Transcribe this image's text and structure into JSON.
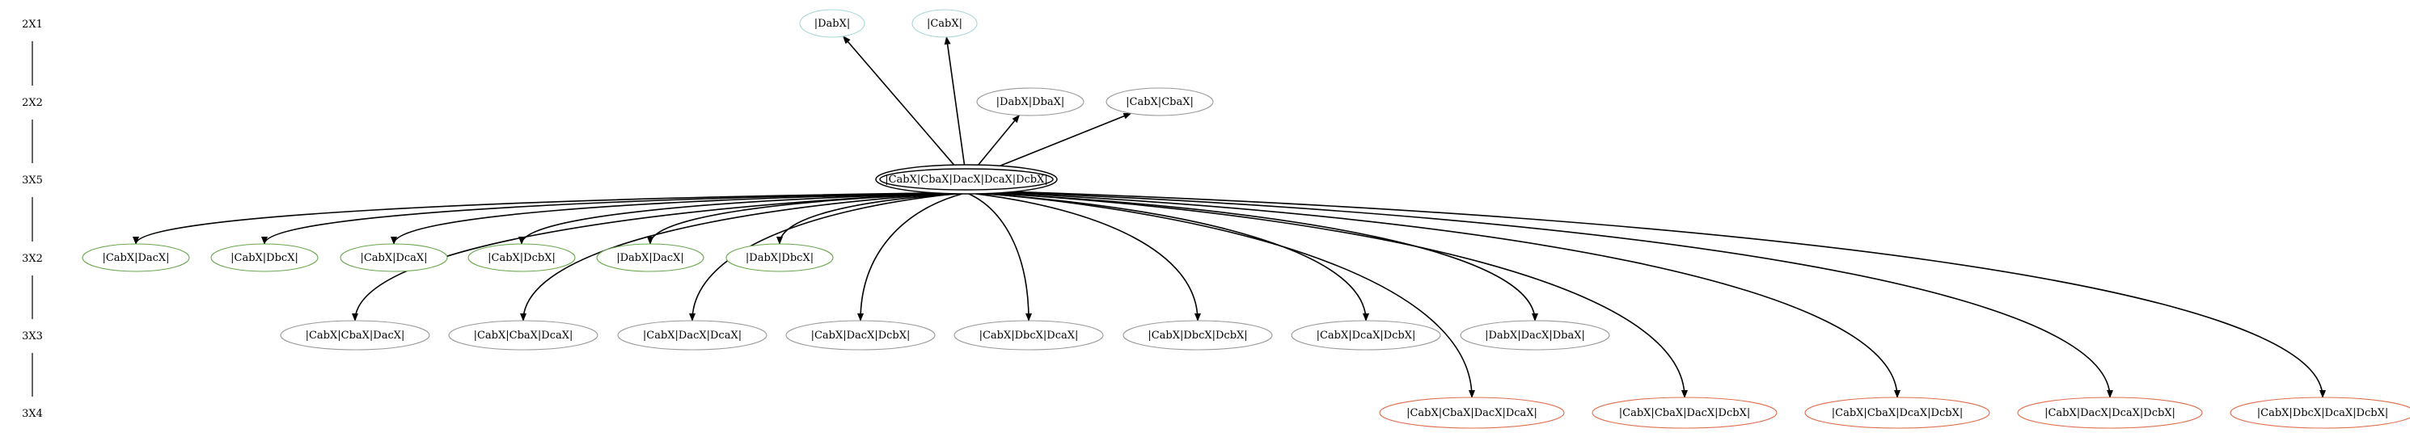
{
  "ranks": [
    {
      "id": "r1",
      "label": "2X1"
    },
    {
      "id": "r2",
      "label": "2X2"
    },
    {
      "id": "r3",
      "label": "3X5"
    },
    {
      "id": "r4",
      "label": "3X2"
    },
    {
      "id": "r5",
      "label": "3X3"
    },
    {
      "id": "r6",
      "label": "3X4"
    }
  ],
  "colors": {
    "root_border": "#000000",
    "green": "#6aa84f",
    "cyan": "#a9d8d8",
    "gray": "#999999",
    "orange": "#e07050",
    "edge": "#000000"
  },
  "nodes": [
    {
      "id": "root",
      "label": "|CabX|CbaX|DacX|DcaX|DcbX|",
      "style": "root"
    },
    {
      "id": "n1",
      "label": "|DabX|",
      "style": "cyan"
    },
    {
      "id": "n2",
      "label": "|CabX|",
      "style": "cyan"
    },
    {
      "id": "n3",
      "label": "|DabX|DbaX|",
      "style": "gray"
    },
    {
      "id": "n4",
      "label": "|CabX|CbaX|",
      "style": "gray"
    },
    {
      "id": "g1",
      "label": "|CabX|DacX|",
      "style": "green"
    },
    {
      "id": "g2",
      "label": "|CabX|DbcX|",
      "style": "green"
    },
    {
      "id": "g3",
      "label": "|CabX|DcaX|",
      "style": "green"
    },
    {
      "id": "g4",
      "label": "|CabX|DcbX|",
      "style": "green"
    },
    {
      "id": "g5",
      "label": "|DabX|DacX|",
      "style": "green"
    },
    {
      "id": "g6",
      "label": "|DabX|DbcX|",
      "style": "green"
    },
    {
      "id": "m1",
      "label": "|CabX|CbaX|DacX|",
      "style": "gray"
    },
    {
      "id": "m2",
      "label": "|CabX|CbaX|DcaX|",
      "style": "gray"
    },
    {
      "id": "m3",
      "label": "|CabX|DacX|DcaX|",
      "style": "gray"
    },
    {
      "id": "m4",
      "label": "|CabX|DacX|DcbX|",
      "style": "gray"
    },
    {
      "id": "m5",
      "label": "|CabX|DbcX|DcaX|",
      "style": "gray"
    },
    {
      "id": "m6",
      "label": "|CabX|DbcX|DcbX|",
      "style": "gray"
    },
    {
      "id": "m7",
      "label": "|CabX|DcaX|DcbX|",
      "style": "gray"
    },
    {
      "id": "m8",
      "label": "|DabX|DacX|DbaX|",
      "style": "gray"
    },
    {
      "id": "o1",
      "label": "|CabX|CbaX|DacX|DcaX|",
      "style": "orange"
    },
    {
      "id": "o2",
      "label": "|CabX|CbaX|DacX|DcbX|",
      "style": "orange"
    },
    {
      "id": "o3",
      "label": "|CabX|CbaX|DcaX|DcbX|",
      "style": "orange"
    },
    {
      "id": "o4",
      "label": "|CabX|DacX|DcaX|DcbX|",
      "style": "orange"
    },
    {
      "id": "o5",
      "label": "|CabX|DbcX|DcaX|DcbX|",
      "style": "orange"
    }
  ],
  "edges": [
    {
      "from": "root",
      "to": "n1"
    },
    {
      "from": "root",
      "to": "n2"
    },
    {
      "from": "root",
      "to": "n3"
    },
    {
      "from": "root",
      "to": "n4"
    },
    {
      "from": "root",
      "to": "g1"
    },
    {
      "from": "root",
      "to": "g2"
    },
    {
      "from": "root",
      "to": "g3"
    },
    {
      "from": "root",
      "to": "g4"
    },
    {
      "from": "root",
      "to": "g5"
    },
    {
      "from": "root",
      "to": "g6"
    },
    {
      "from": "root",
      "to": "m1"
    },
    {
      "from": "root",
      "to": "m2"
    },
    {
      "from": "root",
      "to": "m3"
    },
    {
      "from": "root",
      "to": "m4"
    },
    {
      "from": "root",
      "to": "m5"
    },
    {
      "from": "root",
      "to": "m6"
    },
    {
      "from": "root",
      "to": "m7"
    },
    {
      "from": "root",
      "to": "m8"
    },
    {
      "from": "root",
      "to": "o1"
    },
    {
      "from": "root",
      "to": "o2"
    },
    {
      "from": "root",
      "to": "o3"
    },
    {
      "from": "root",
      "to": "o4"
    },
    {
      "from": "root",
      "to": "o5"
    }
  ]
}
